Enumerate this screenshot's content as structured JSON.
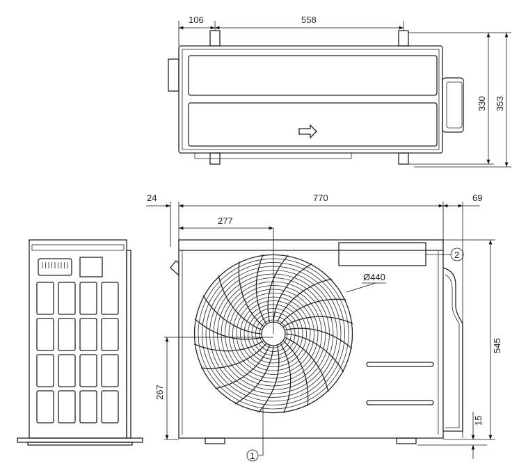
{
  "title": "Outdoor unit dimension drawing",
  "top_view": {
    "dim_offset": "106",
    "dim_mount_width": "558",
    "dim_depth_mount": "330",
    "dim_depth_total": "353"
  },
  "front_view": {
    "dim_left_offset": "24",
    "dim_width": "770",
    "dim_right_offset": "69",
    "dim_fan_center_x": "277",
    "fan_diameter": "Ø440",
    "dim_height": "545",
    "dim_fan_center_y": "267",
    "dim_foot": "15"
  },
  "callouts": {
    "one": "1",
    "two": "2"
  }
}
